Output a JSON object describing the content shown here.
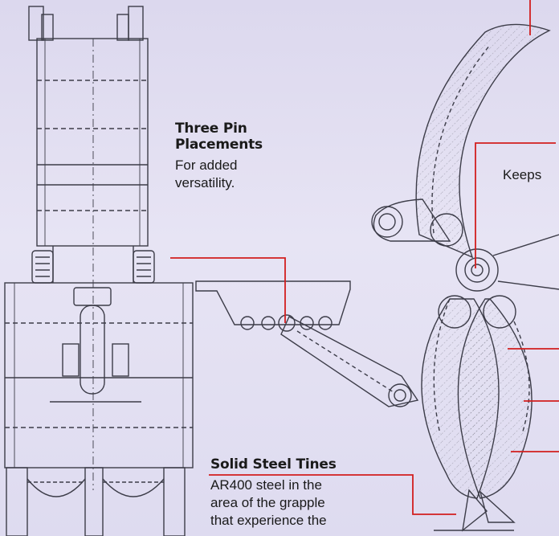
{
  "callouts": {
    "three_pin": {
      "title_line1": "Three Pin",
      "title_line2": "Placements",
      "body_line1": "For added",
      "body_line2": "versatility."
    },
    "keeps": {
      "text": "Keeps"
    },
    "solid_tines": {
      "title": "Solid Steel Tines",
      "body_line1": "AR400 steel in the",
      "body_line2": "area of the grapple",
      "body_line3": "that experience the"
    }
  },
  "colors": {
    "background": "#e3e0f2",
    "drawing_line": "#3c3c48",
    "leader_line": "#d21e1e",
    "text": "#1a1a1a"
  }
}
